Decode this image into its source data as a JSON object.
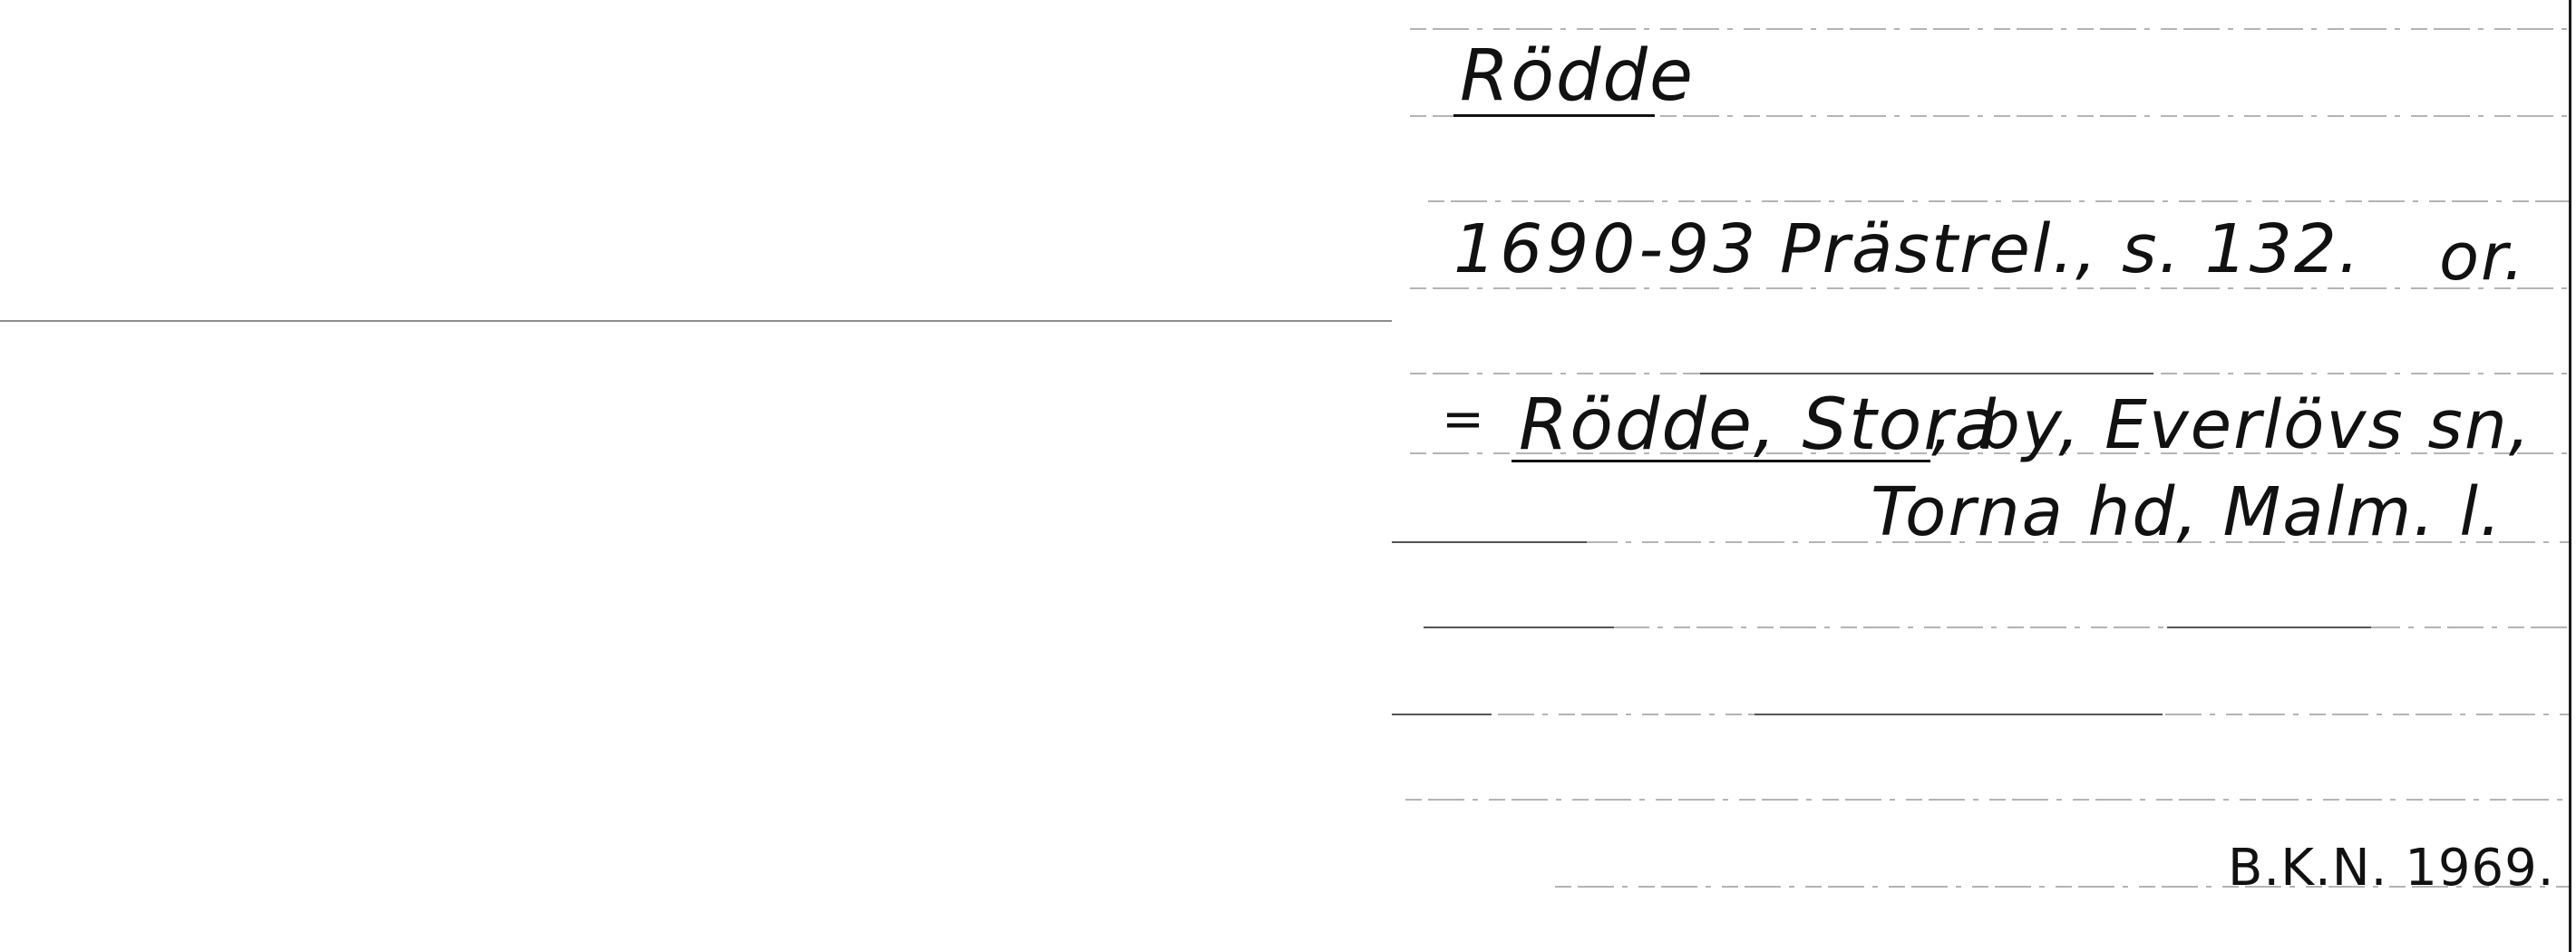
{
  "card": {
    "title": "Rödde",
    "reference": {
      "year": "1690-93",
      "source": "Prästrel., s. 132.",
      "type": "or."
    },
    "identification": {
      "marker": "=",
      "name": "Rödde, Stora",
      "rest": ", by, Everlövs sn,",
      "line2": "Torna hd, Malm. l."
    },
    "signature": "B.K.N. 1969."
  }
}
